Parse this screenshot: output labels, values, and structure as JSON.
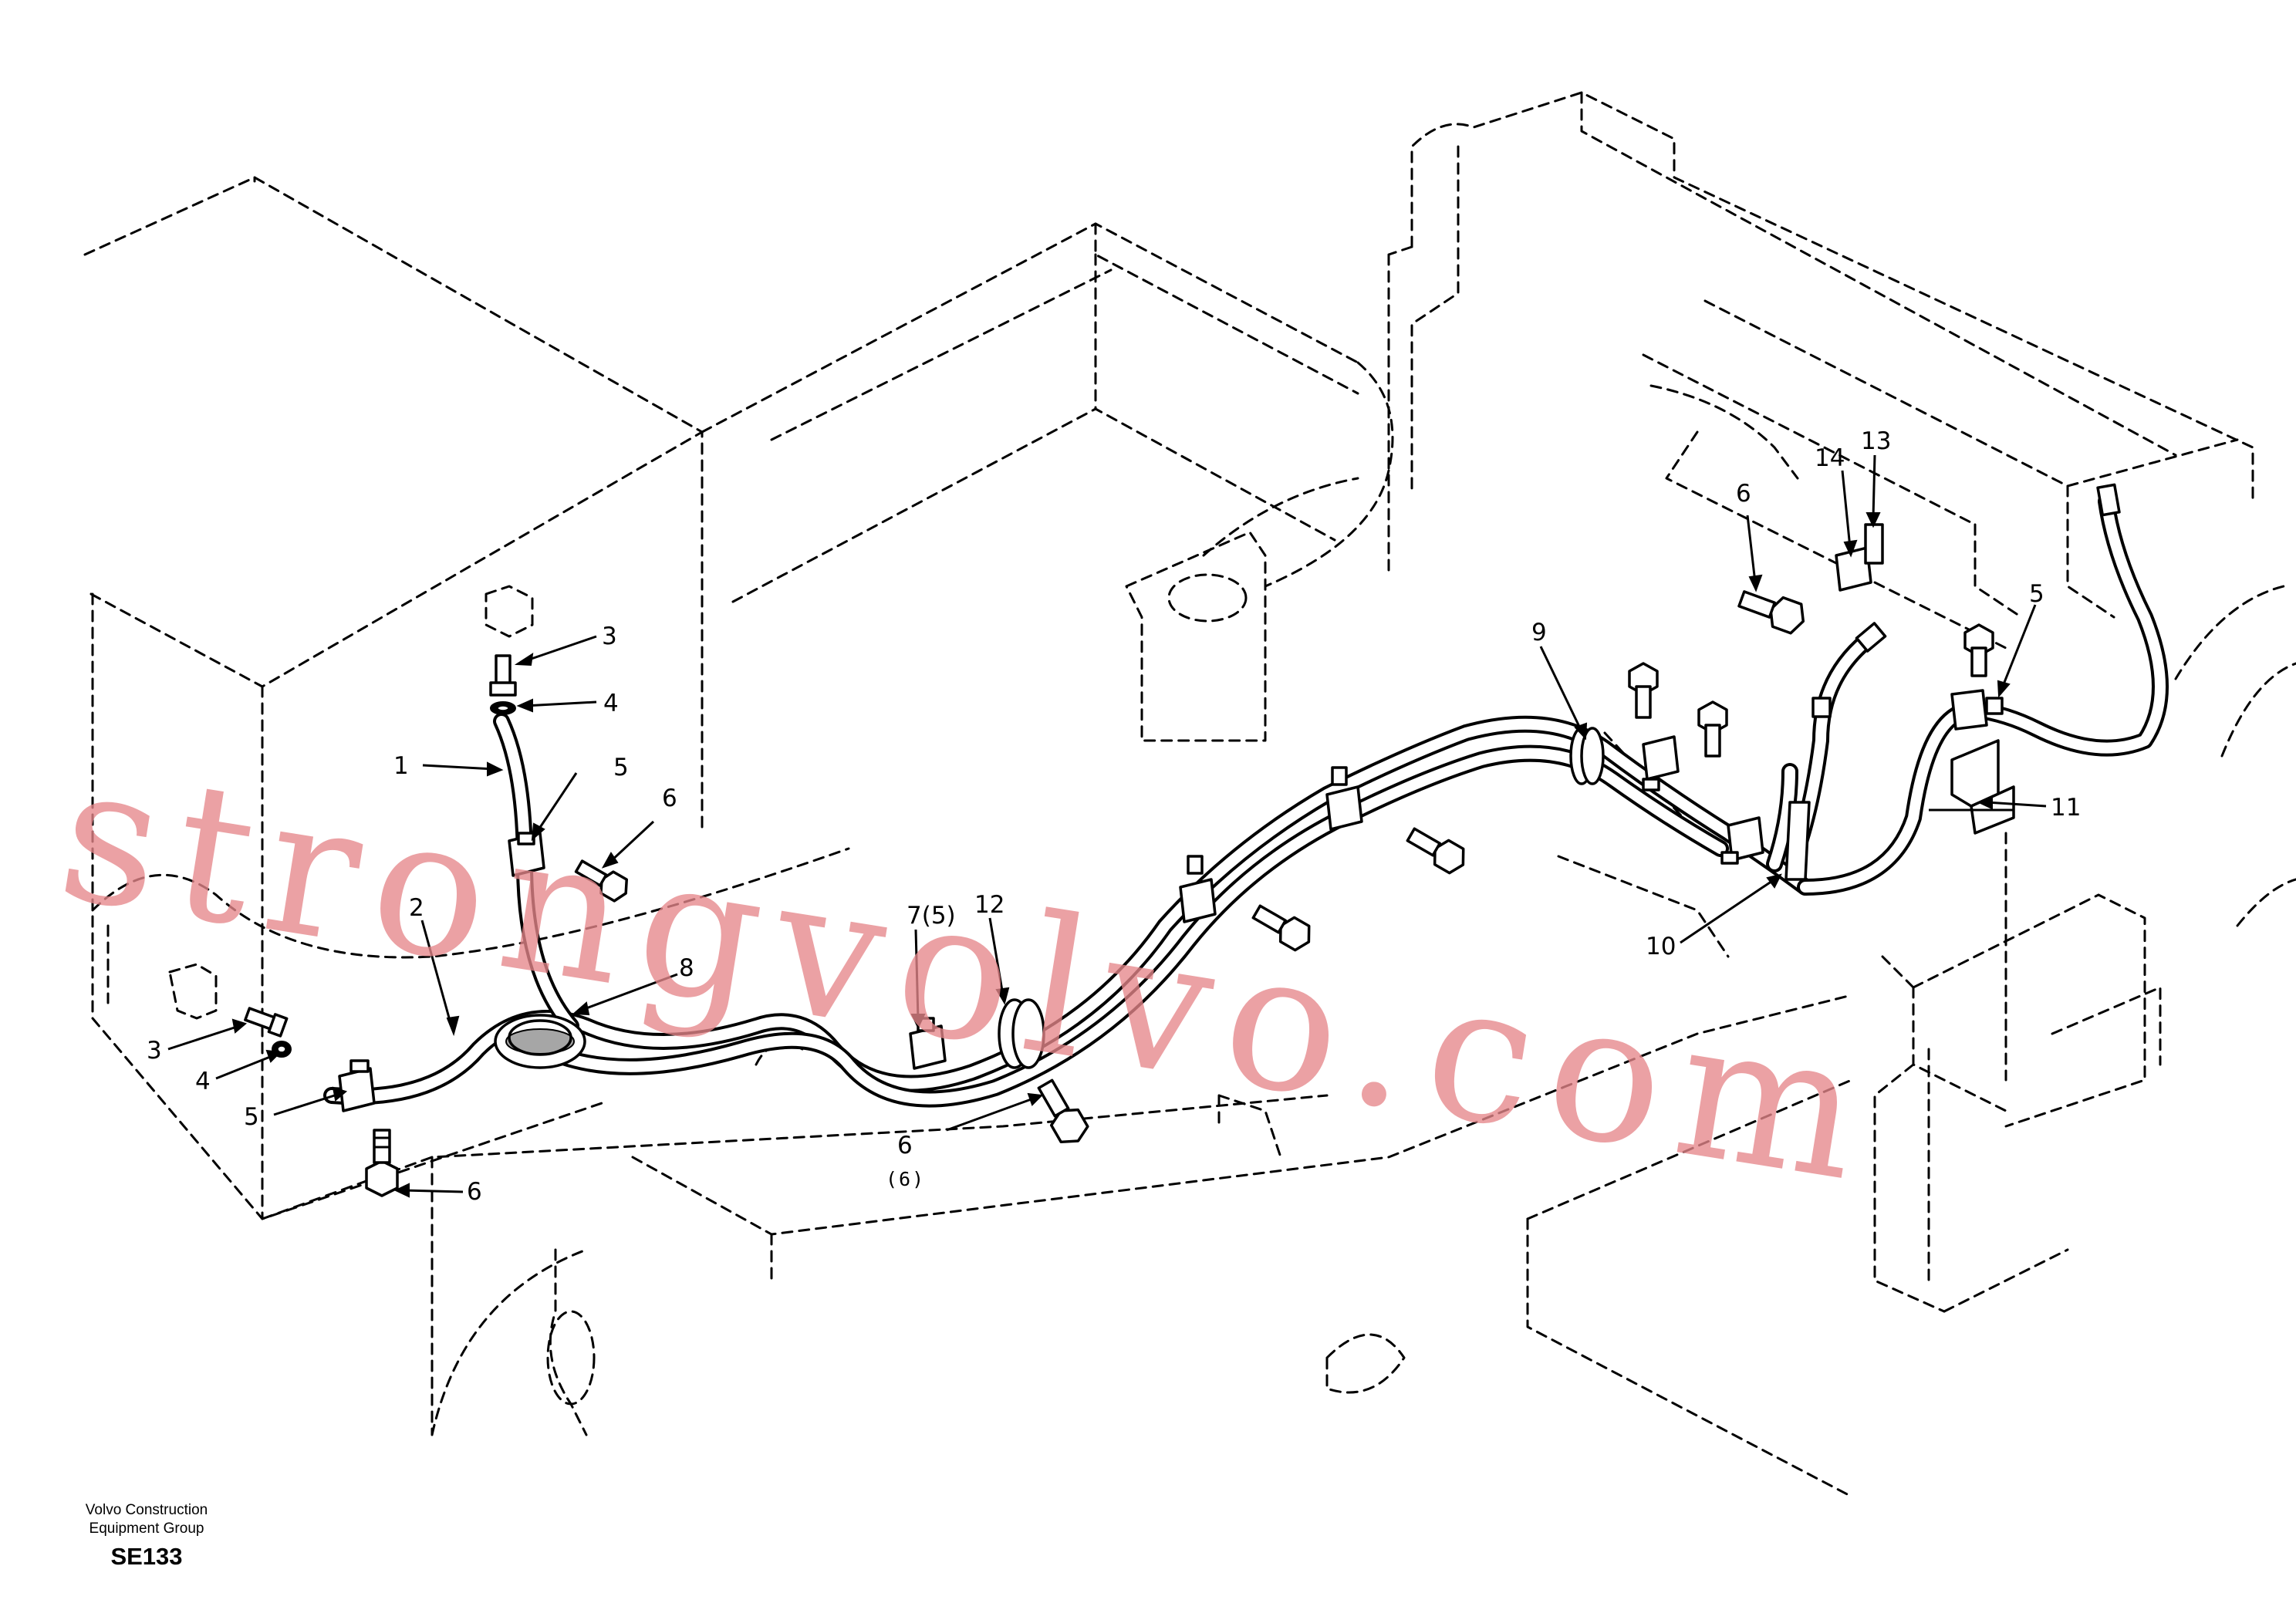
{
  "diagram": {
    "watermark": "strongvolvo.com",
    "callouts": [
      {
        "id": "c1",
        "text": "1"
      },
      {
        "id": "c2",
        "text": "2"
      },
      {
        "id": "c3a",
        "text": "3"
      },
      {
        "id": "c3b",
        "text": "3"
      },
      {
        "id": "c4a",
        "text": "4"
      },
      {
        "id": "c4b",
        "text": "4"
      },
      {
        "id": "c5a",
        "text": "5"
      },
      {
        "id": "c5b",
        "text": "5"
      },
      {
        "id": "c5c",
        "text": "5"
      },
      {
        "id": "c6a",
        "text": "6"
      },
      {
        "id": "c6b",
        "text": "6"
      },
      {
        "id": "c6c",
        "text": "6"
      },
      {
        "id": "c6d",
        "text": "6"
      },
      {
        "id": "c6e",
        "text": "(6)"
      },
      {
        "id": "c7",
        "text": "7(5)"
      },
      {
        "id": "c8",
        "text": "8"
      },
      {
        "id": "c9",
        "text": "9"
      },
      {
        "id": "c10",
        "text": "10"
      },
      {
        "id": "c11",
        "text": "11"
      },
      {
        "id": "c12",
        "text": "12"
      },
      {
        "id": "c13",
        "text": "13"
      },
      {
        "id": "c14",
        "text": "14"
      }
    ]
  },
  "footer": {
    "company_line1": "Volvo Construction",
    "company_line2": "Equipment Group",
    "drawing_code": "SE133"
  }
}
